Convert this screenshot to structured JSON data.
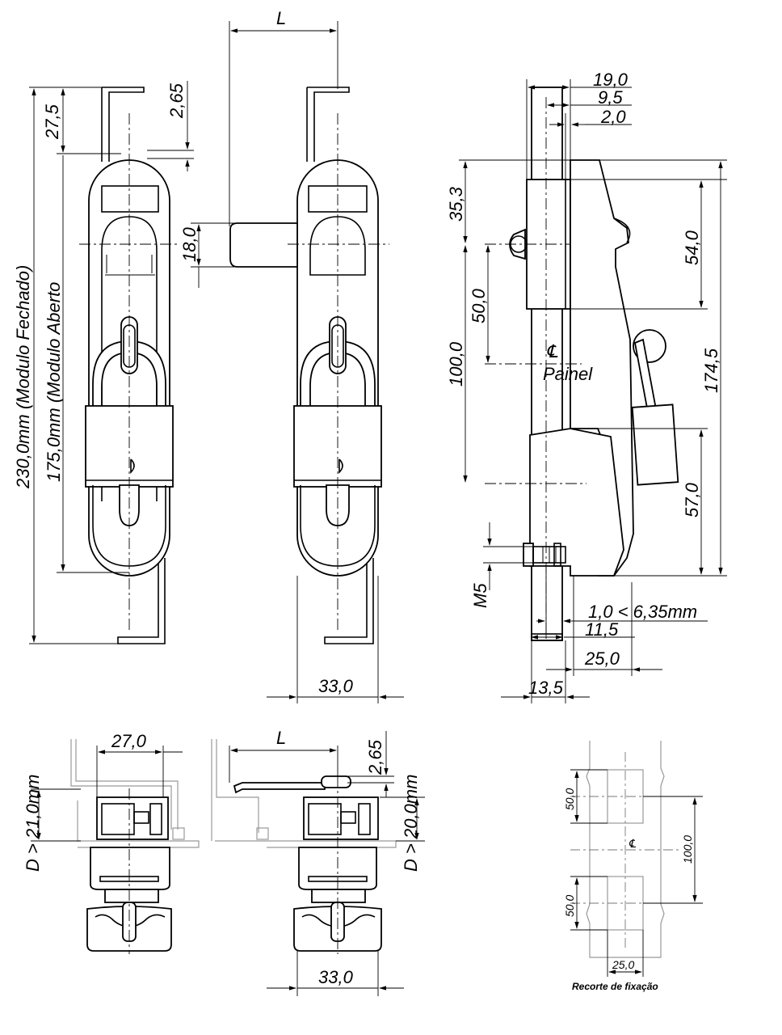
{
  "labels": {
    "L_top": "L",
    "L_bottom": "L",
    "d_2_65_top": "2,65",
    "d_2_65_bottom": "2,65",
    "d_27_5": "27,5",
    "d_18_0": "18,0",
    "d_230": "230,0mm (Modulo Fechado)",
    "d_175": "175,0mm (Modulo Aberto",
    "d_33_top": "33,0",
    "d_33_bottom": "33,0",
    "d_27_0": "27,0",
    "d_D21": "D > 21,0mm",
    "d_D20": "D > 20,0mm",
    "d_19_0": "19,0",
    "d_9_5": "9,5",
    "d_2_0": "2,0",
    "d_35_3": "35,3",
    "d_54_0": "54,0",
    "d_50_0": "50,0",
    "d_100_0": "100,0",
    "d_174_5": "174,5",
    "centerline": "℄",
    "painel": "Painel",
    "d_57_0": "57,0",
    "d_M5": "M5",
    "d_range": "1,0 < 6,35mm",
    "d_11_5": "11,5",
    "d_25_0": "25,0",
    "d_13_5": "13,5",
    "cut_50_top": "50,0",
    "cut_50_bottom": "50,0",
    "cut_100": "100,0",
    "cut_25": "25,0",
    "cut_center": "℄",
    "cut_caption": "Recorte de fixação"
  }
}
